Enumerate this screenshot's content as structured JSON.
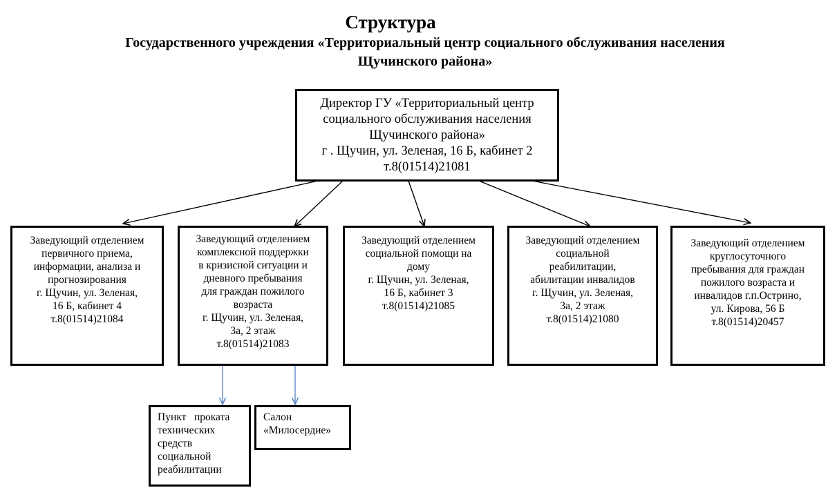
{
  "header": {
    "title": "Структура",
    "subtitle_line1": "Государственного учреждения «Территориальный центр социального обслуживания населения",
    "subtitle_line2": "Щучинского района»"
  },
  "director": {
    "lines": [
      "Директор ГУ «Территориальный центр",
      "социального обслуживания населения",
      "Щучинского района»",
      "г . Щучин, ул. Зеленая, 16 Б, кабинет 2",
      "т.8(01514)21081"
    ]
  },
  "departments": [
    {
      "lines": [
        "Заведующий отделением",
        "первичного приема,",
        "информации, анализа и",
        "прогнозирования",
        "г. Щучин, ул. Зеленая,",
        "16 Б, кабинет 4",
        "т.8(01514)21084"
      ]
    },
    {
      "lines": [
        "Заведующий отделением",
        "комплексной поддержки",
        "в кризисной ситуации и",
        "дневного пребывания",
        "для граждан пожилого",
        "возраста",
        "г. Щучин, ул. Зеленая,",
        "3а, 2 этаж",
        "т.8(01514)21083"
      ]
    },
    {
      "lines": [
        "Заведующий отделением",
        "социальной помощи на",
        "дому",
        "г. Щучин, ул. Зеленая,",
        "16 Б, кабинет 3",
        "т.8(01514)21085"
      ]
    },
    {
      "lines": [
        "Заведующий отделением",
        "социальной",
        "реабилитации,",
        "абилитации инвалидов",
        "г. Щучин, ул. Зеленая,",
        "3а, 2 этаж",
        "т.8(01514)21080"
      ]
    },
    {
      "lines": [
        "Заведующий отделением",
        "круглосуточного",
        "пребывания для граждан",
        "пожилого возраста и",
        "инвалидов г.п.Острино,",
        "ул. Кирова, 56 Б",
        "т.8(01514)20457"
      ]
    }
  ],
  "sub_units": [
    {
      "lines": [
        "Пункт   проката",
        "технических",
        "средств",
        "социальной",
        "реабилитации"
      ]
    },
    {
      "lines": [
        "Салон",
        "«Милосердие»"
      ]
    }
  ],
  "colors": {
    "main_arrow": "#000000",
    "sub_arrow": "#5b87c5"
  }
}
